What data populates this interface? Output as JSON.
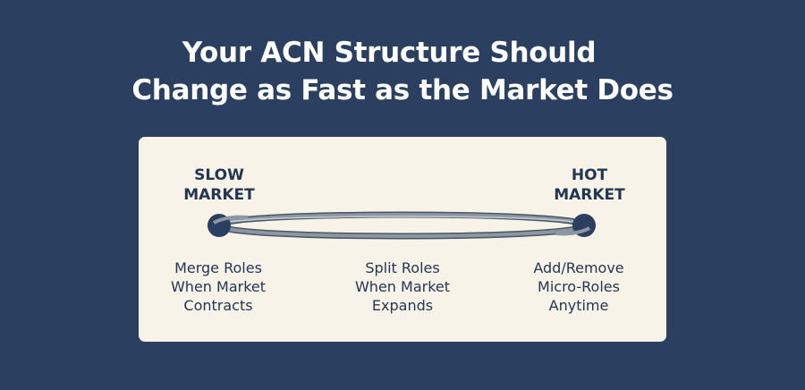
{
  "title": {
    "line1": "Your ACN Structure Should",
    "line2": "Change as Fast as the Market Does"
  },
  "spectrum": {
    "left_label": [
      "SLOW",
      "MARKET"
    ],
    "right_label": [
      "HOT",
      "MARKET"
    ]
  },
  "captions": [
    [
      "Merge Roles",
      "When Market",
      "Contracts"
    ],
    [
      "Split Roles",
      "When Market",
      "Expands"
    ],
    [
      "Add/Remove",
      "Micro-Roles",
      "Anytime"
    ]
  ],
  "colors": {
    "background": "#2b4060",
    "card": "#f7f3e8",
    "text": "#233752",
    "node": "#2b4060",
    "band": "#7b8794"
  }
}
